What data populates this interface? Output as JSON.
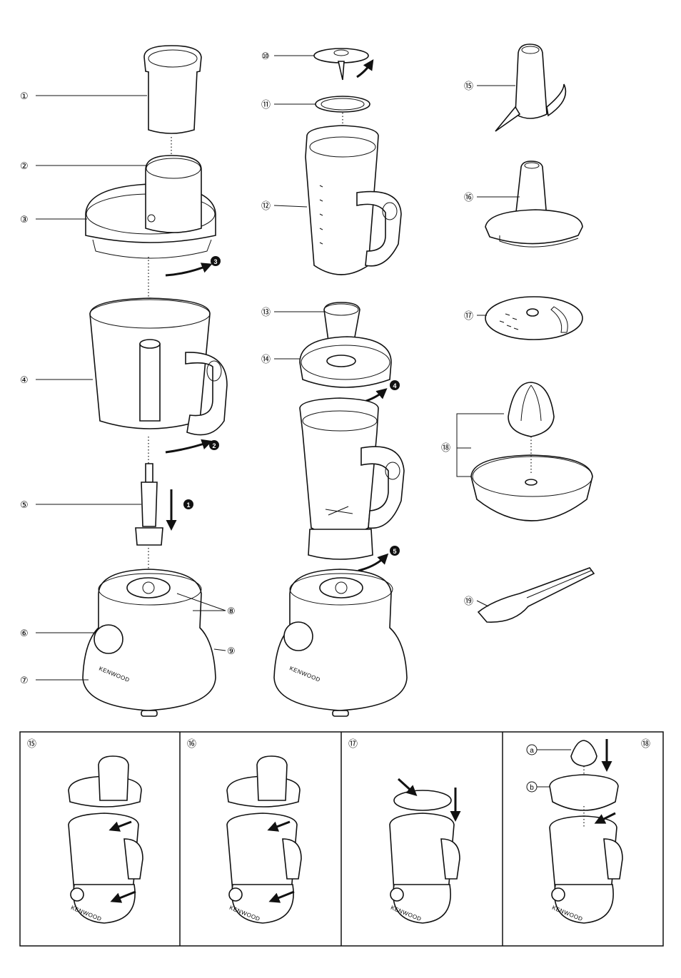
{
  "brand": "KENWOOD",
  "callouts": [
    {
      "id": "1",
      "label": "①"
    },
    {
      "id": "2",
      "label": "②"
    },
    {
      "id": "3",
      "label": "③"
    },
    {
      "id": "4",
      "label": "④"
    },
    {
      "id": "5",
      "label": "⑤"
    },
    {
      "id": "6",
      "label": "⑥"
    },
    {
      "id": "7",
      "label": "⑦"
    },
    {
      "id": "8",
      "label": "⑧"
    },
    {
      "id": "9",
      "label": "⑨"
    },
    {
      "id": "10",
      "label": "⑩"
    },
    {
      "id": "11",
      "label": "⑪"
    },
    {
      "id": "12",
      "label": "⑫"
    },
    {
      "id": "13",
      "label": "⑬"
    },
    {
      "id": "14",
      "label": "⑭"
    },
    {
      "id": "15",
      "label": "⑮"
    },
    {
      "id": "16",
      "label": "⑯"
    },
    {
      "id": "17",
      "label": "⑰"
    },
    {
      "id": "18",
      "label": "⑱"
    },
    {
      "id": "19",
      "label": "⑲"
    }
  ],
  "steps": [
    "1",
    "2",
    "3",
    "4",
    "5"
  ],
  "panels": [
    {
      "label": "⑮"
    },
    {
      "label": "⑯"
    },
    {
      "label": "⑰"
    },
    {
      "label": "⑱",
      "sub": [
        "a",
        "b"
      ]
    }
  ]
}
